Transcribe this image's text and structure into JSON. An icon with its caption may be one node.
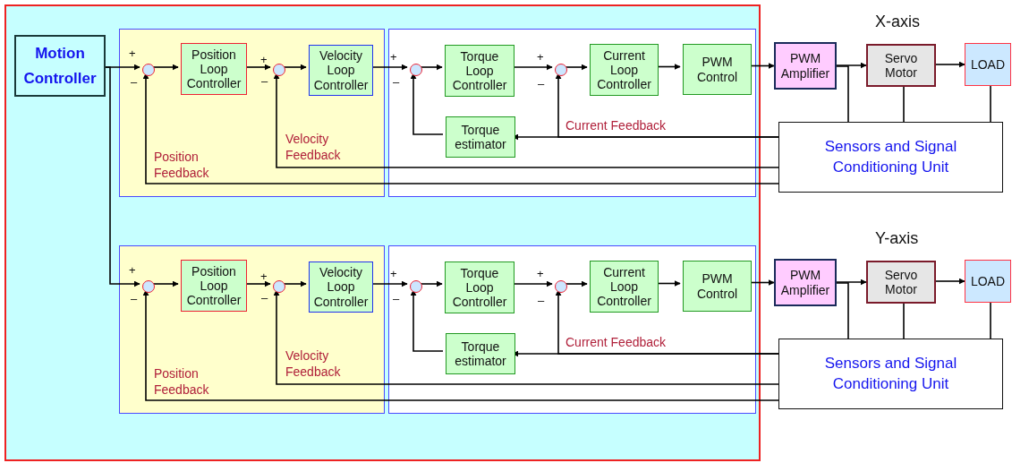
{
  "diagram": {
    "nodes": [
      {
        "text": [],
        "shape": "box"
      },
      {
        "text": [
          "Motion Controller"
        ],
        "in": 0
      },
      {
        "text": [],
        "shape": "box",
        "in": 0
      },
      {
        "text": [],
        "shape": "box",
        "in": 0
      },
      {
        "text": [],
        "shape": "circle",
        "in": 2
      },
      {
        "text": [
          "Position Loop Controller"
        ],
        "in": 2
      },
      {
        "text": [],
        "shape": "circle",
        "in": 2
      },
      {
        "text": [
          "Velocity Loop Controller"
        ],
        "in": 2
      },
      {
        "text": [],
        "shape": "circle",
        "in": 3
      },
      {
        "text": [
          "Torque Loop Controller"
        ],
        "in": 3
      },
      {
        "text": [],
        "shape": "circle",
        "in": 3
      },
      {
        "text": [
          "Current Loop Controller"
        ],
        "in": 3
      },
      {
        "text": [
          "PWM Control"
        ],
        "in": 3
      },
      {
        "text": [
          "Torque estimator"
        ],
        "in": 3
      },
      {
        "text": [
          "PWM Amplifier"
        ]
      },
      {
        "text": [
          "Servo Motor"
        ]
      },
      {
        "text": [
          "LOAD"
        ]
      },
      {
        "text": [
          "Sensors and Signal Conditioning Unit"
        ]
      },
      {
        "text": [],
        "shape": "box",
        "in": 0
      },
      {
        "text": [],
        "shape": "box",
        "in": 0
      },
      {
        "text": [],
        "shape": "circle",
        "in": 18
      },
      {
        "text": [
          "Position Loop Controller"
        ],
        "in": 18
      },
      {
        "text": [],
        "shape": "circle",
        "in": 18
      },
      {
        "text": [
          "Velocity Loop Controller"
        ],
        "in": 18
      },
      {
        "text": [],
        "shape": "circle",
        "in": 19
      },
      {
        "text": [
          "Torque Loop Controller"
        ],
        "in": 19
      },
      {
        "text": [],
        "shape": "circle",
        "in": 19
      },
      {
        "text": [
          "Current Loop Controller"
        ],
        "in": 19
      },
      {
        "text": [
          "PWM Control"
        ],
        "in": 19
      },
      {
        "text": [
          "Torque estimator"
        ],
        "in": 19
      },
      {
        "text": [
          "PWM Amplifier"
        ]
      },
      {
        "text": [
          "Servo Motor"
        ]
      },
      {
        "text": [
          "LOAD"
        ]
      },
      {
        "text": [
          "Sensors and Signal Conditioning Unit"
        ]
      }
    ],
    "edges": [
      {
        "from": 1,
        "to": 4,
        "arrow": "to"
      },
      {
        "from": 4,
        "to": 5,
        "arrow": "to"
      },
      {
        "from": 5,
        "to": 6,
        "arrow": "to"
      },
      {
        "from": 6,
        "to": 7,
        "arrow": "to"
      },
      {
        "from": 7,
        "to": 8,
        "arrow": "to"
      },
      {
        "from": 8,
        "to": 9,
        "arrow": "to"
      },
      {
        "from": 9,
        "to": 10,
        "arrow": "to"
      },
      {
        "from": 10,
        "to": 11,
        "arrow": "to"
      },
      {
        "from": 11,
        "to": 12,
        "arrow": "to"
      },
      {
        "from": 12,
        "to": 14,
        "arrow": "to"
      },
      {
        "from": 14,
        "to": 15,
        "arrow": "to"
      },
      {
        "from": 15,
        "to": 16,
        "arrow": "to"
      },
      {
        "from": 14,
        "to": 17,
        "arrow": "none"
      },
      {
        "from": 15,
        "to": 17,
        "arrow": "none"
      },
      {
        "from": 16,
        "to": 17,
        "arrow": "none"
      },
      {
        "from": 17,
        "to": 13,
        "arrow": "to"
      },
      {
        "from": 17,
        "to": 10,
        "arrow": "to",
        "label": "Current Feedback"
      },
      {
        "from": 13,
        "to": 8,
        "arrow": "to"
      },
      {
        "from": 17,
        "to": 6,
        "arrow": "to",
        "label": "Velocity Feedback"
      },
      {
        "from": 17,
        "to": 4,
        "arrow": "to",
        "label": "Position Feedback"
      },
      {
        "from": 1,
        "to": 20,
        "arrow": "to"
      },
      {
        "from": 20,
        "to": 21,
        "arrow": "to"
      },
      {
        "from": 21,
        "to": 22,
        "arrow": "to"
      },
      {
        "from": 22,
        "to": 23,
        "arrow": "to"
      },
      {
        "from": 23,
        "to": 24,
        "arrow": "to"
      },
      {
        "from": 24,
        "to": 25,
        "arrow": "to"
      },
      {
        "from": 25,
        "to": 26,
        "arrow": "to"
      },
      {
        "from": 26,
        "to": 27,
        "arrow": "to"
      },
      {
        "from": 27,
        "to": 28,
        "arrow": "to"
      },
      {
        "from": 28,
        "to": 30,
        "arrow": "to"
      },
      {
        "from": 30,
        "to": 31,
        "arrow": "to"
      },
      {
        "from": 31,
        "to": 32,
        "arrow": "to"
      },
      {
        "from": 30,
        "to": 33,
        "arrow": "none"
      },
      {
        "from": 31,
        "to": 33,
        "arrow": "none"
      },
      {
        "from": 32,
        "to": 33,
        "arrow": "none"
      },
      {
        "from": 33,
        "to": 29,
        "arrow": "to"
      },
      {
        "from": 33,
        "to": 26,
        "arrow": "to",
        "label": "Current Feedback"
      },
      {
        "from": 29,
        "to": 24,
        "arrow": "to"
      },
      {
        "from": 33,
        "to": 22,
        "arrow": "to",
        "label": "Velocity Feedback"
      },
      {
        "from": 33,
        "to": 20,
        "arrow": "to",
        "label": "Position Feedback"
      }
    ],
    "labels": [
      "X-axis",
      "+",
      "–",
      "+",
      "–",
      "+",
      "–",
      "+",
      "–",
      "Y-axis",
      "+",
      "–",
      "+",
      "–",
      "+",
      "–",
      "+",
      "–"
    ]
  }
}
